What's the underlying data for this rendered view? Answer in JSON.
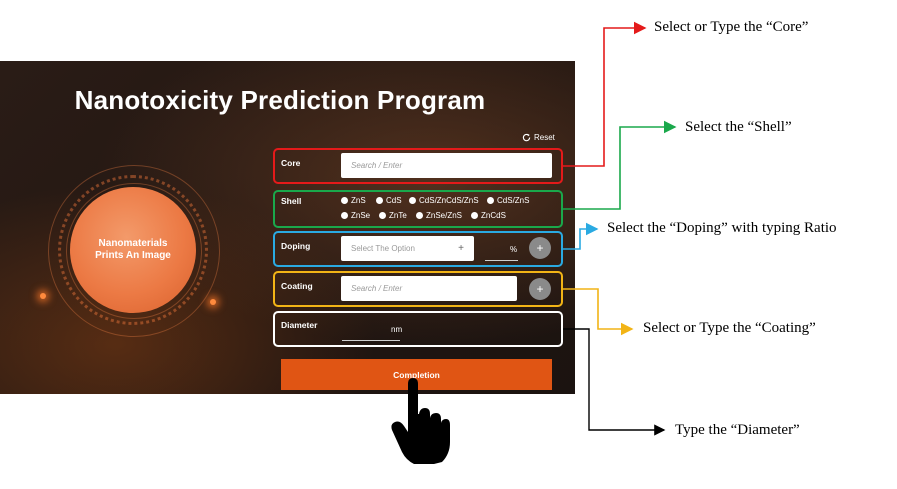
{
  "app": {
    "title": "Nanotoxicity Prediction Program",
    "image_placeholder": "Nanomaterials\nPrints An Image",
    "reset_label": "Reset",
    "core": {
      "label": "Core",
      "placeholder": "Search / Enter"
    },
    "shell": {
      "label": "Shell",
      "options": [
        "ZnS",
        "CdS",
        "CdS/ZnCdS/ZnS",
        "CdS/ZnS",
        "ZnSe",
        "ZnTe",
        "ZnSe/ZnS",
        "ZnCdS"
      ]
    },
    "doping": {
      "label": "Doping",
      "select_placeholder": "Select The Option",
      "select_plus": "+",
      "percent_unit": "%",
      "add_button": "+"
    },
    "coating": {
      "label": "Coating",
      "placeholder": "Search / Enter",
      "add_button": "+"
    },
    "diameter": {
      "label": "Diameter",
      "unit": "nm"
    },
    "completion_label": "Completion"
  },
  "annotations": {
    "core": "Select or Type the “Core”",
    "shell": "Select the “Shell”",
    "doping": "Select the “Doping” with typing Ratio",
    "coating": "Select or Type the “Coating”",
    "diameter": "Type the “Diameter”"
  },
  "colors": {
    "core": "#e41a1a",
    "shell": "#1aa84b",
    "doping": "#2aaae2",
    "coating": "#f2b416",
    "diameter": "#ffffff",
    "accent": "#e05514"
  },
  "icons": {
    "reset": "refresh-icon",
    "pointer": "hand-pointer-icon"
  }
}
